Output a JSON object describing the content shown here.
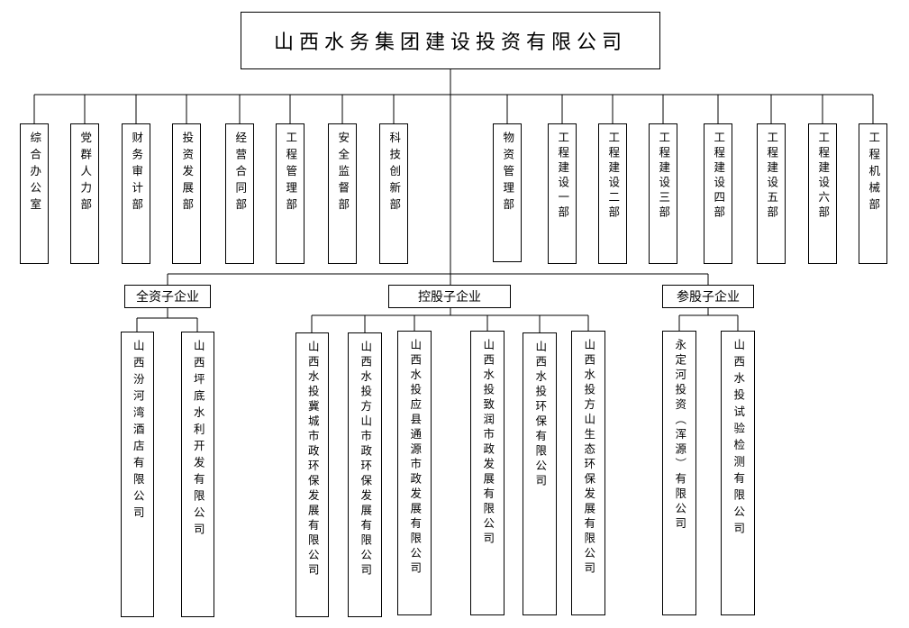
{
  "title": "山西水务集团建设投资有限公司",
  "departments_left": [
    "综合办公室",
    "党群人力部",
    "财务审计部",
    "投资发展部",
    "经营合同部",
    "工程管理部",
    "安全监督部",
    "科技创新部"
  ],
  "departments_right": [
    "物资管理部",
    "工程建设一部",
    "工程建设二部",
    "工程建设三部",
    "工程建设四部",
    "工程建设五部",
    "工程建设六部",
    "工程机械部"
  ],
  "groups": {
    "wholly_owned": {
      "label": "全资子企业",
      "companies": [
        "山西汾河湾酒店有限公司",
        "山西坪底水利开发有限公司"
      ]
    },
    "holding": {
      "label": "控股子企业",
      "companies": [
        "山西水投冀城市政环保发展有限公司",
        "山西水投方山市政环保发展有限公司",
        "山西水投应县通源市政发展有限公司",
        "山西水投致润市政发展有限公司",
        "山西水投环保有限公司",
        "山西水投方山生态环保发展有限公司"
      ]
    },
    "participating": {
      "label": "参股子企业",
      "companies": [
        "永定河投资（浑源）有限公司",
        "山西水投试验检测有限公司"
      ]
    }
  }
}
